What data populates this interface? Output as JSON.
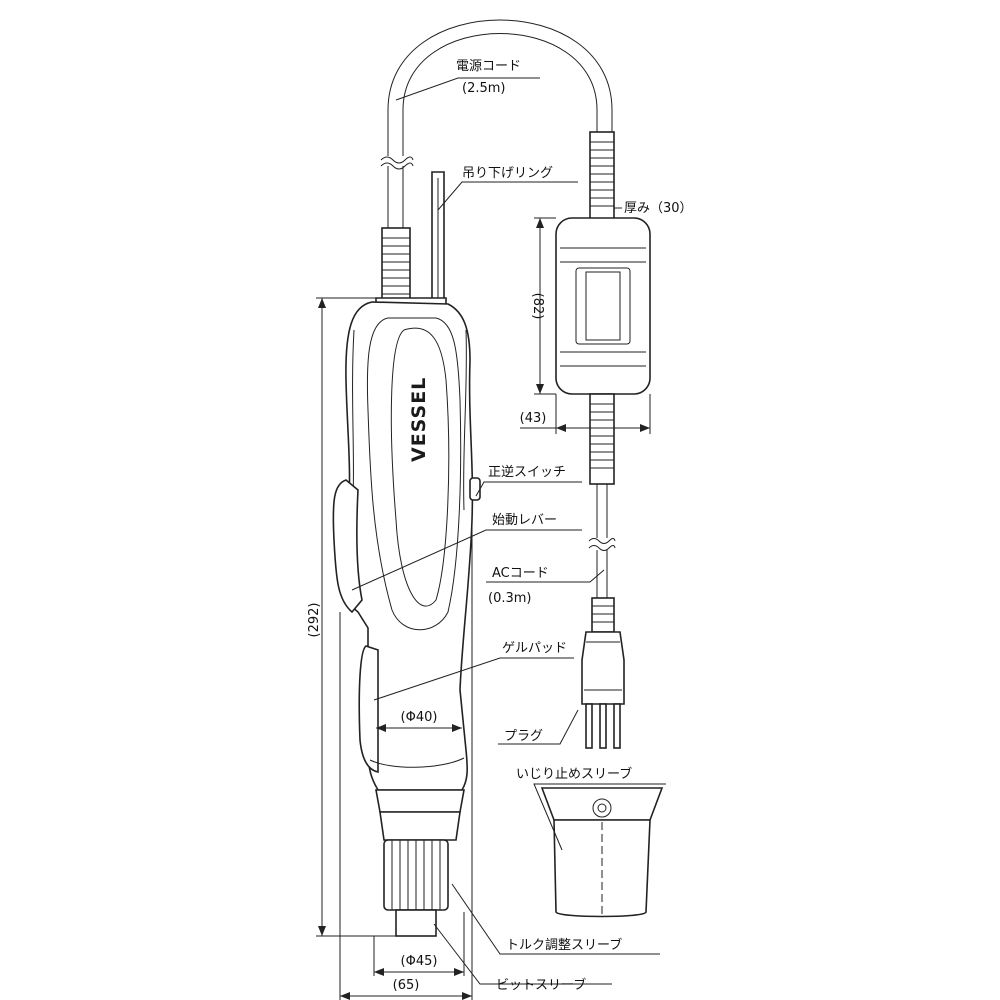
{
  "brand": "VESSEL",
  "labels": {
    "power_cord": "電源コード",
    "power_cord_length": "(2.5m)",
    "hanging_ring": "吊り下げリング",
    "thickness": "厚み（30）",
    "forward_reverse_switch": "正逆スイッチ",
    "start_lever": "始動レバー",
    "ac_cord": "ACコード",
    "ac_cord_length": "(0.3m)",
    "gel_pad": "ゲルパッド",
    "plug": "プラグ",
    "tamper_sleeve": "いじり止めスリーブ",
    "torque_sleeve": "トルク調整スリーブ",
    "bit_sleeve": "ビットスリーブ"
  },
  "dimensions": {
    "height": "(292)",
    "grip_diameter": "(Φ40)",
    "nose_diameter": "(Φ45)",
    "width": "(65)",
    "box_height": "(82)",
    "box_width": "(43)"
  }
}
